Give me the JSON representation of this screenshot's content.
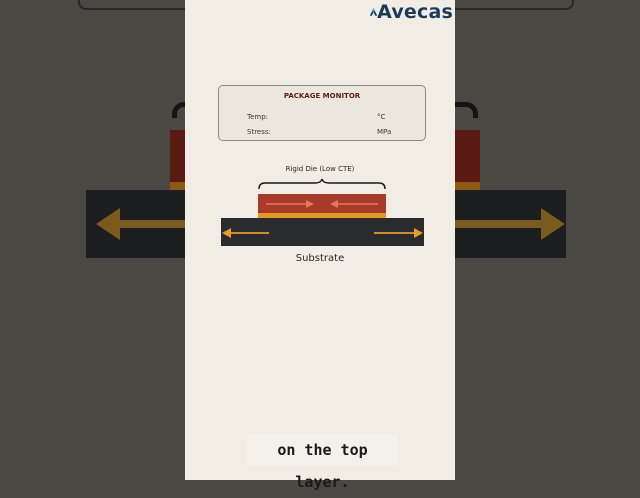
{
  "brand": {
    "name": "Avecas",
    "color": "#1d3a5c"
  },
  "monitor": {
    "title": "PACKAGE MONITOR",
    "temp_label": "Temp:",
    "temp_unit": "°C",
    "stress_label": "Stress:",
    "stress_unit": "MPa"
  },
  "diagram": {
    "die_label": "Rigid Die (Low CTE)",
    "substrate_label": "Substrate",
    "colors": {
      "die": "#a83a2a",
      "underfill": "#e09a24",
      "substrate": "#2a2b2d",
      "arrow": "#e89a2c"
    }
  },
  "caption": {
    "text": "on the top layer."
  }
}
